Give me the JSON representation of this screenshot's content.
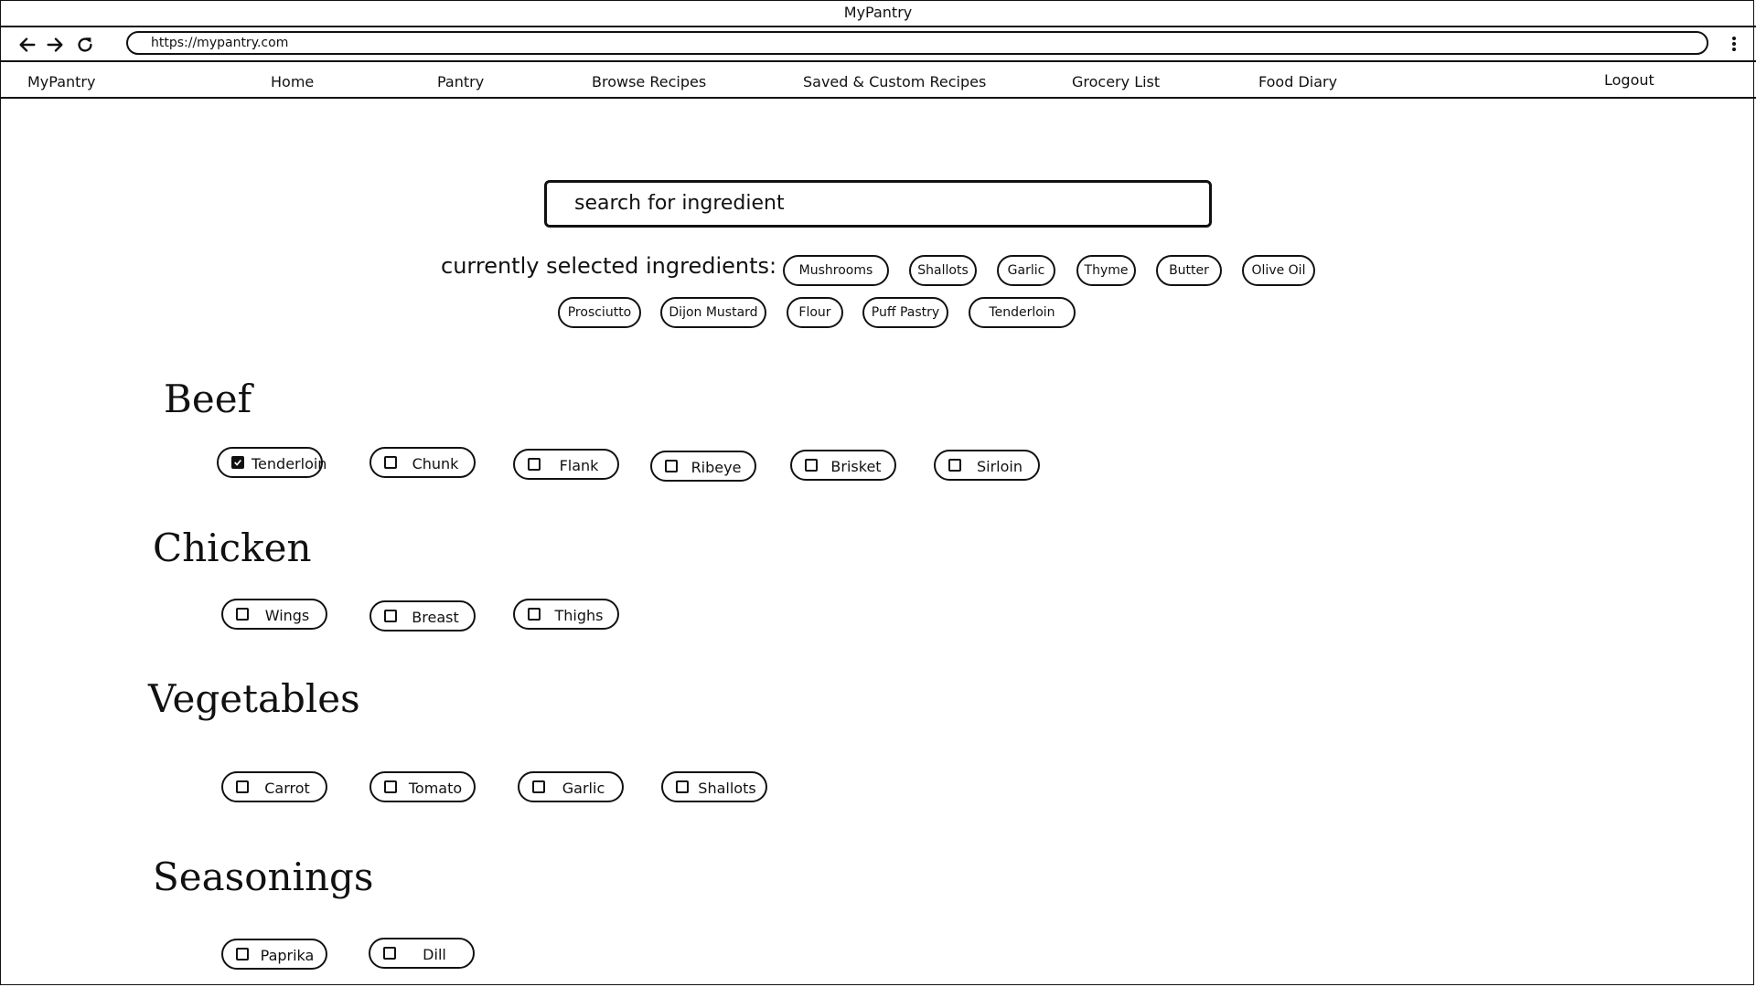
{
  "browser": {
    "window_title": "MyPantry",
    "url": "https://mypantry.com"
  },
  "nav": {
    "brand": "MyPantry",
    "links": [
      "Home",
      "Pantry",
      "Browse Recipes",
      "Saved & Custom Recipes",
      "Grocery List",
      "Food Diary"
    ],
    "logout": "Logout"
  },
  "search": {
    "placeholder": "search for ingredient"
  },
  "selected": {
    "label": "currently selected ingredients:",
    "chips": [
      "Mushrooms",
      "Shallots",
      "Garlic",
      "Thyme",
      "Butter",
      "Olive Oil",
      "Prosciutto",
      "Dijon Mustard",
      "Flour",
      "Puff Pastry",
      "Tenderloin"
    ]
  },
  "categories": [
    {
      "name": "Beef",
      "items": [
        {
          "label": "Tenderloin",
          "checked": true
        },
        {
          "label": "Chunk",
          "checked": false
        },
        {
          "label": "Flank",
          "checked": false
        },
        {
          "label": "Ribeye",
          "checked": false
        },
        {
          "label": "Brisket",
          "checked": false
        },
        {
          "label": "Sirloin",
          "checked": false
        }
      ]
    },
    {
      "name": "Chicken",
      "items": [
        {
          "label": "Wings",
          "checked": false
        },
        {
          "label": "Breast",
          "checked": false
        },
        {
          "label": "Thighs",
          "checked": false
        }
      ]
    },
    {
      "name": "Vegetables",
      "items": [
        {
          "label": "Carrot",
          "checked": false
        },
        {
          "label": "Tomato",
          "checked": false
        },
        {
          "label": "Garlic",
          "checked": false
        },
        {
          "label": "Shallots",
          "checked": false
        }
      ]
    },
    {
      "name": "Seasonings",
      "items": [
        {
          "label": "Paprika",
          "checked": false
        },
        {
          "label": "Dill",
          "checked": false
        }
      ]
    }
  ]
}
